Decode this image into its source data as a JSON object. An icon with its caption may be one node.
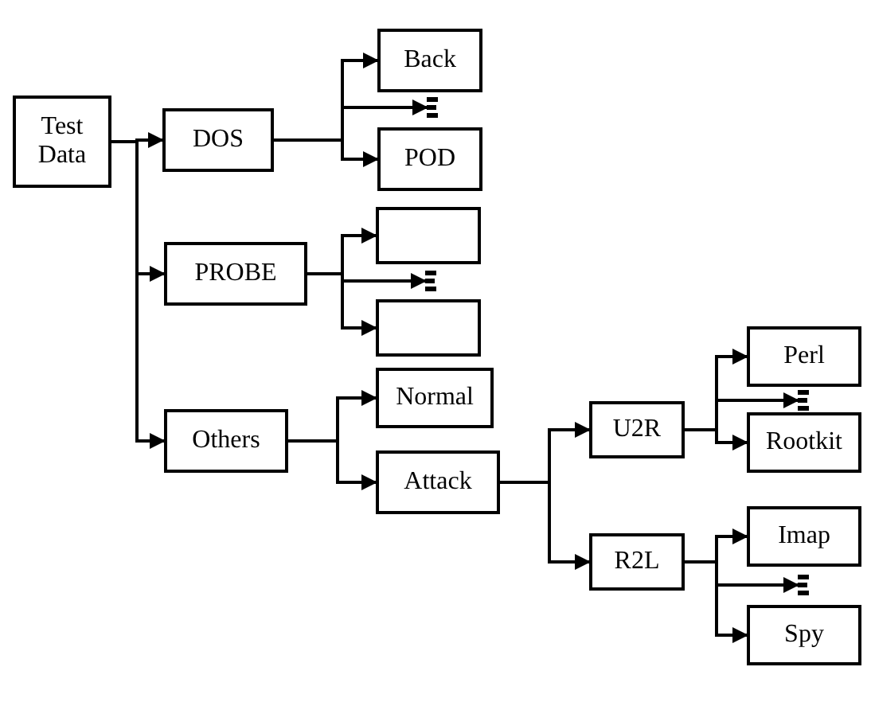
{
  "diagram": {
    "nodes": [
      {
        "text": [
          "Test Data"
        ]
      },
      {
        "text": [
          "DOS"
        ]
      },
      {
        "text": [
          "Back"
        ]
      },
      {
        "text": [
          "POD"
        ]
      },
      {
        "text": [
          "PROBE"
        ]
      },
      {
        "text": [],
        "shape": "box"
      },
      {
        "text": [],
        "shape": "box"
      },
      {
        "text": [
          "Others"
        ]
      },
      {
        "text": [
          "Normal"
        ]
      },
      {
        "text": [
          "Attack"
        ]
      },
      {
        "text": [
          "U2R"
        ]
      },
      {
        "text": [
          "Perl"
        ]
      },
      {
        "text": [
          "Rootkit"
        ]
      },
      {
        "text": [
          "R2L"
        ]
      },
      {
        "text": [
          "Imap"
        ]
      },
      {
        "text": [
          "Spy"
        ]
      },
      {
        "text": [],
        "shape": "dots"
      },
      {
        "text": [],
        "shape": "dots"
      },
      {
        "text": [],
        "shape": "dots"
      },
      {
        "text": [],
        "shape": "dots"
      }
    ],
    "edges": [
      {
        "from": 0,
        "to": 1,
        "arrow": "to"
      },
      {
        "from": 0,
        "to": 4,
        "arrow": "to"
      },
      {
        "from": 0,
        "to": 7,
        "arrow": "to"
      },
      {
        "from": 1,
        "to": 2,
        "arrow": "to"
      },
      {
        "from": 1,
        "to": 16,
        "arrow": "to"
      },
      {
        "from": 1,
        "to": 3,
        "arrow": "to"
      },
      {
        "from": 4,
        "to": 5,
        "arrow": "to"
      },
      {
        "from": 4,
        "to": 17,
        "arrow": "to"
      },
      {
        "from": 4,
        "to": 6,
        "arrow": "to"
      },
      {
        "from": 7,
        "to": 8,
        "arrow": "to"
      },
      {
        "from": 7,
        "to": 9,
        "arrow": "to"
      },
      {
        "from": 9,
        "to": 10,
        "arrow": "to"
      },
      {
        "from": 9,
        "to": 13,
        "arrow": "to"
      },
      {
        "from": 10,
        "to": 11,
        "arrow": "to"
      },
      {
        "from": 10,
        "to": 18,
        "arrow": "to"
      },
      {
        "from": 10,
        "to": 12,
        "arrow": "to"
      },
      {
        "from": 13,
        "to": 14,
        "arrow": "to"
      },
      {
        "from": 13,
        "to": 19,
        "arrow": "to"
      },
      {
        "from": 13,
        "to": 15,
        "arrow": "to"
      }
    ]
  }
}
